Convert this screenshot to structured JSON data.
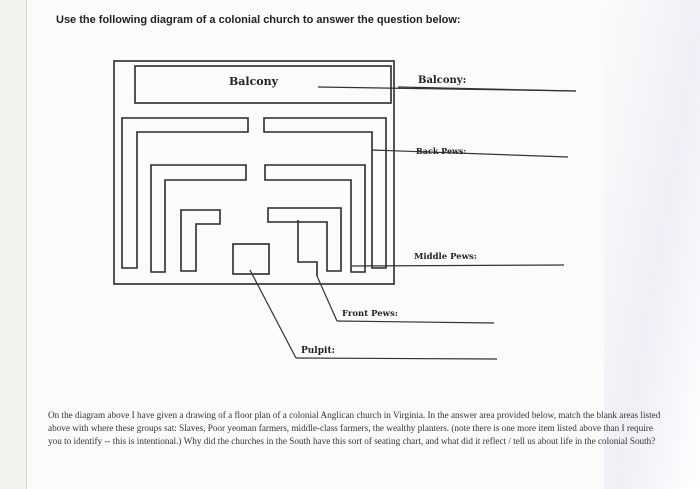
{
  "question": "Use the following diagram of a colonial church to answer the question below:",
  "labels": {
    "balcony_left": "Balcony",
    "balcony_right": "Balcony:",
    "back_pews": "Back Pews:",
    "middle_pews": "Middle Pews:",
    "front_pews": "Front Pews:",
    "pulpit": "Pulpit:"
  },
  "instructions": "On the diagram above I have given a drawing of a floor plan of a colonial Anglican church in Virginia. In the answer area provided below, match the blank areas listed above with where these groups sat: Slaves, Poor yeoman farmers, middle-class farmers, the wealthy planters. (note there is one more item listed above than I require you to identify -- this is intentional.) Why did the churches in the South have this sort of seating chart, and what did it reflect / tell us about life in the colonial South?"
}
